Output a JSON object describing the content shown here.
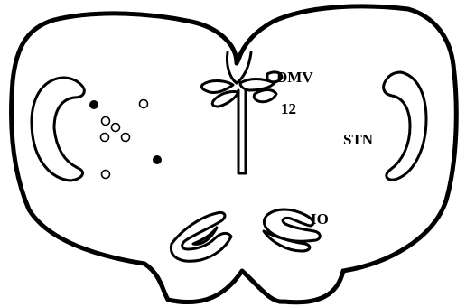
{
  "labels": {
    "dmv": "DMV",
    "hypoglossal": "12",
    "stn": "STN",
    "io": "IO"
  },
  "colors": {
    "ink": "#000000",
    "background": "#ffffff"
  }
}
